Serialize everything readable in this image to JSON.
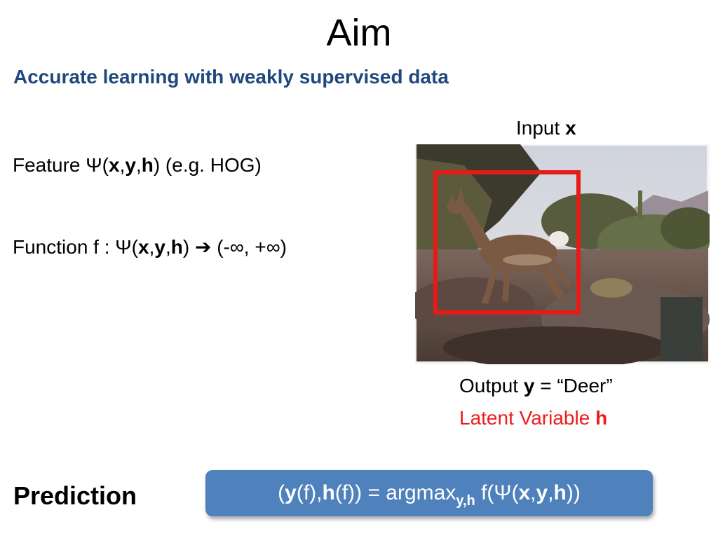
{
  "colors": {
    "subtitle": "#1f497d",
    "latent": "#ee1c1c",
    "formula_box": "#4f81bd",
    "bbox_red": "#e41b17"
  },
  "title": "Aim",
  "subtitle": "Accurate learning with weakly supervised data",
  "feature": {
    "prefix": "Feature Ψ(",
    "x": "x",
    "comma1": ",",
    "y": "y",
    "comma2": ",",
    "h": "h",
    "suffix": ") (e.g. HOG)"
  },
  "function": {
    "prefix": "Function f : Ψ(",
    "x": "x",
    "comma1": ",",
    "y": "y",
    "comma2": ",",
    "h": "h",
    "close": ")",
    "arrow": "➔",
    "range": " (-∞, +∞)"
  },
  "input": {
    "text": "Input ",
    "var": "x"
  },
  "photo": {
    "icon": "deer-photo"
  },
  "output": {
    "text": "Output ",
    "var": "y",
    "value": " = “Deer”"
  },
  "latent": {
    "text": "Latent Variable ",
    "var": "h"
  },
  "prediction": "Prediction",
  "formula": {
    "open": "(",
    "y": "y",
    "f1": "(f),",
    "h": "h",
    "f2": "(f)) = argmax",
    "sub": "y,h",
    "f3": " f(Ψ(",
    "x": "x",
    "c1": ",",
    "y2": "y",
    "c2": ",",
    "h2": "h",
    "close": "))"
  }
}
